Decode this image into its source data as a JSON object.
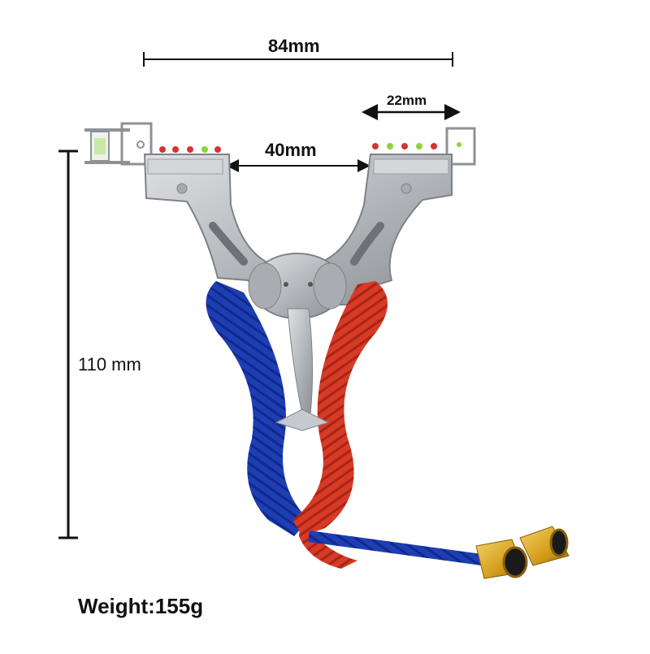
{
  "dimensions": {
    "overall_width": "84mm",
    "sight_width": "22mm",
    "fork_gap": "40mm",
    "height": "110 mm"
  },
  "weight": "Weight:155g",
  "product": {
    "frame_color": "#b9bcc1",
    "frame_dark": "#8e9297",
    "wrap_blue": "#1d3fb5",
    "wrap_red": "#d73a26",
    "pouch_gold": "#d9a521",
    "bead_red": "#d83232",
    "bead_green": "#8fd23a",
    "emblem": "elephant-head-emblem"
  }
}
